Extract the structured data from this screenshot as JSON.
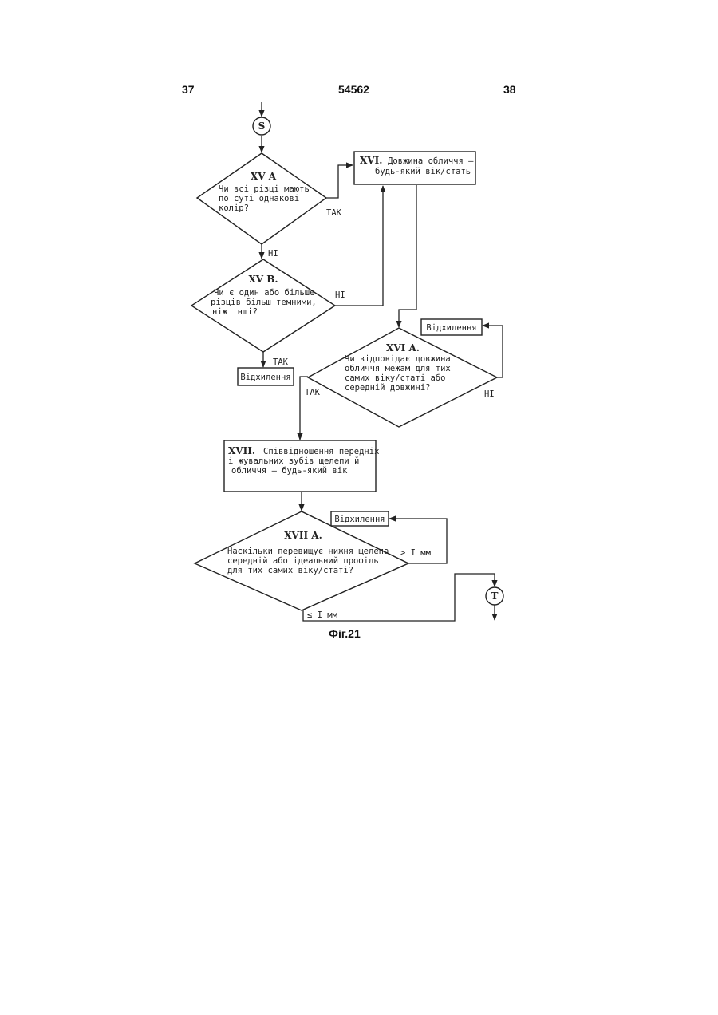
{
  "header": {
    "left_page": "37",
    "patent_number": "54562",
    "right_page": "38"
  },
  "caption": "Фіг.21",
  "connectors": {
    "start": "S",
    "end": "T"
  },
  "nodes": {
    "xv_a": {
      "title": "XV A",
      "lines": [
        "Чи всі різці мають",
        "по суті однакові",
        "колір?"
      ]
    },
    "xv_b": {
      "title": "XV B.",
      "lines": [
        "Чи є один або більше",
        "різців більш темними,",
        "ніж інші?"
      ]
    },
    "xvi": {
      "title": "XVI.",
      "lines": [
        "Довжина обличчя –",
        "будь-який вік/стать"
      ]
    },
    "xvi_a": {
      "title": "XVI A.",
      "lines": [
        "Чи відповідає довжина",
        "обличчя межам для тих",
        "самих віку/статі або",
        "середній довжині?"
      ]
    },
    "xvii": {
      "title": "XVII.",
      "lines": [
        "Співвідношення передніх",
        "і жувальних зубів щелепи й",
        "обличчя – будь-який вік"
      ]
    },
    "xvii_a": {
      "title": "XVII A.",
      "lines": [
        "Наскільки перевищує нижня щелепа",
        "середній або ідеальний профіль",
        "для тих самих віку/статі?"
      ]
    },
    "dev1": {
      "label": "Відхилення"
    },
    "dev2": {
      "label": "Відхилення"
    },
    "dev3": {
      "label": "Відхилення"
    }
  },
  "edge_labels": {
    "xv_a_yes": "ТАК",
    "xv_a_no": "НІ",
    "xv_b_no": "НІ",
    "xv_b_yes": "ТАК",
    "xvi_a_yes": "ТАК",
    "xvi_a_no": "НІ",
    "xvii_a_gt": "> I мм",
    "xvii_a_le": "≤ I мм"
  }
}
